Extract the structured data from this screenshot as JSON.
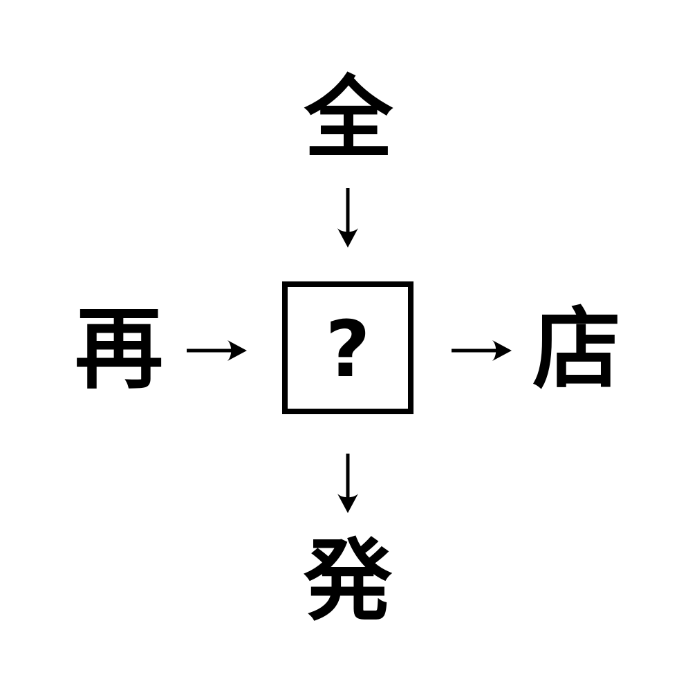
{
  "diagram": {
    "background": "#ffffff",
    "ink_color": "#000000",
    "center_box": {
      "value": "?"
    },
    "kanji": {
      "top": "全",
      "left": "再",
      "right": "店",
      "bottom": "発"
    },
    "arrows": [
      {
        "icon": "down-arrow-icon",
        "from": "top",
        "to": "center"
      },
      {
        "icon": "right-arrow-icon",
        "from": "left",
        "to": "center"
      },
      {
        "icon": "right-arrow-icon",
        "from": "center",
        "to": "right"
      },
      {
        "icon": "down-arrow-icon",
        "from": "center",
        "to": "bottom"
      }
    ]
  }
}
